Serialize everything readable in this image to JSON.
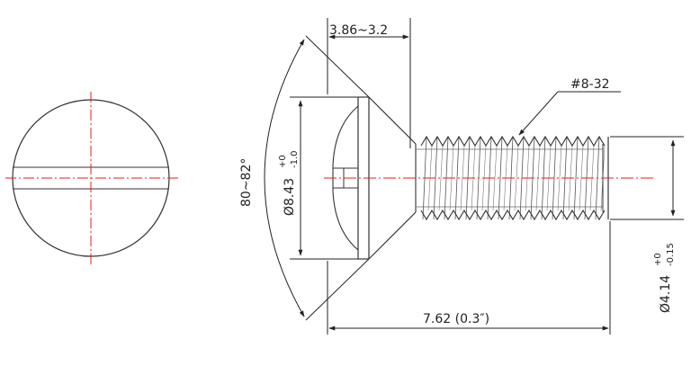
{
  "colors": {
    "outline": "#333333",
    "centerline": "#e0201c",
    "dimension": "#222222"
  },
  "labels": {
    "head_height": "3.86~3.2",
    "thread_spec": "#8-32",
    "angle": "80~82°",
    "head_dia_main": "Ø8.43",
    "head_dia_upper": "+0",
    "head_dia_lower": "-1.0",
    "length": "7.62 (0.3″)",
    "shank_dia_main": "Ø4.14",
    "shank_dia_upper": "+0",
    "shank_dia_lower": "-0.15"
  }
}
